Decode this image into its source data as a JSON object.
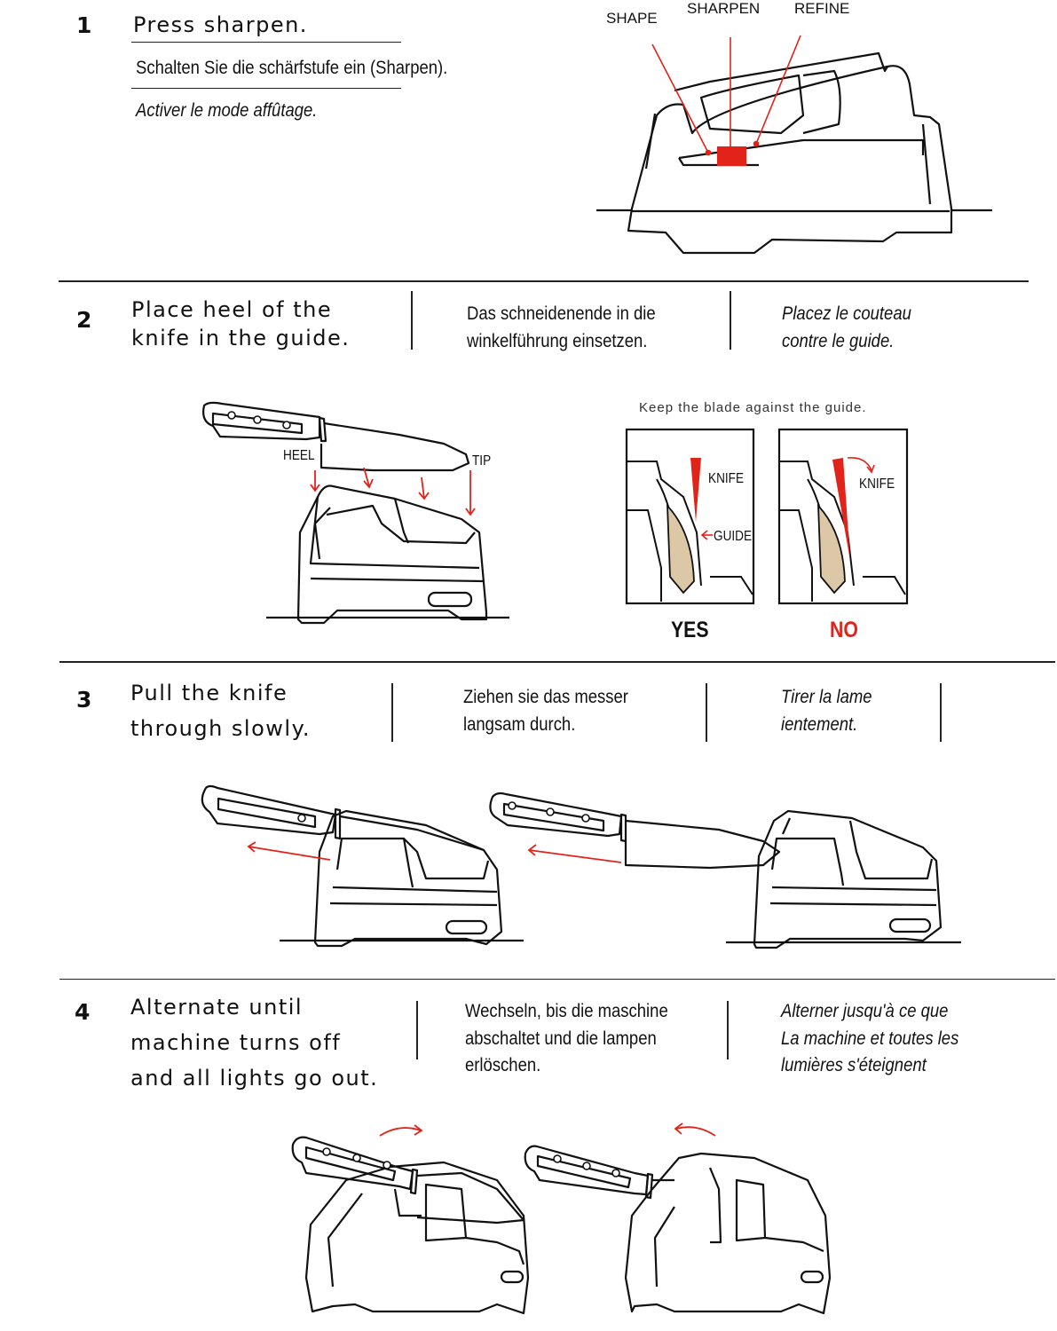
{
  "step1": {
    "number": "1",
    "en": "Press sharpen.",
    "de": "Schalten Sie die schärfstufe ein (Sharpen).",
    "fr": "Activer le mode affûtage.",
    "labels": {
      "shape": "SHAPE",
      "sharpen": "SHARPEN",
      "refine": "REFINE"
    }
  },
  "step2": {
    "number": "2",
    "en": [
      "Place heel of the",
      "knife in the guide."
    ],
    "de": [
      "Das schneidenende in die",
      "winkelführung einsetzen."
    ],
    "fr": [
      "Placez le couteau",
      "contre le guide."
    ],
    "labels": {
      "heel": "HEEL",
      "tip": "TIP"
    },
    "guide_caption": "Keep the blade against the guide.",
    "yes_panel": {
      "knife": "KNIFE",
      "guide": "GUIDE",
      "verdict": "YES"
    },
    "no_panel": {
      "knife": "KNIFE",
      "verdict": "NO"
    }
  },
  "step3": {
    "number": "3",
    "en": [
      "Pull the knife",
      "through slowly."
    ],
    "de": [
      "Ziehen sie das messer",
      "langsam durch."
    ],
    "fr": [
      "Tirer la lame",
      "ientement."
    ]
  },
  "step4": {
    "number": "4",
    "en": [
      "Alternate until",
      "machine turns off",
      "and all lights go out."
    ],
    "de": [
      "Wechseln, bis die maschine",
      "abschaltet und die lampen",
      "erlöschen."
    ],
    "fr": [
      "Alterner jusqu'à ce que",
      "La machine et toutes les",
      "lumières s'éteignent"
    ]
  },
  "colors": {
    "accent": "#e2231a",
    "ink": "#111111",
    "guide_fill": "#dcc7a6"
  }
}
